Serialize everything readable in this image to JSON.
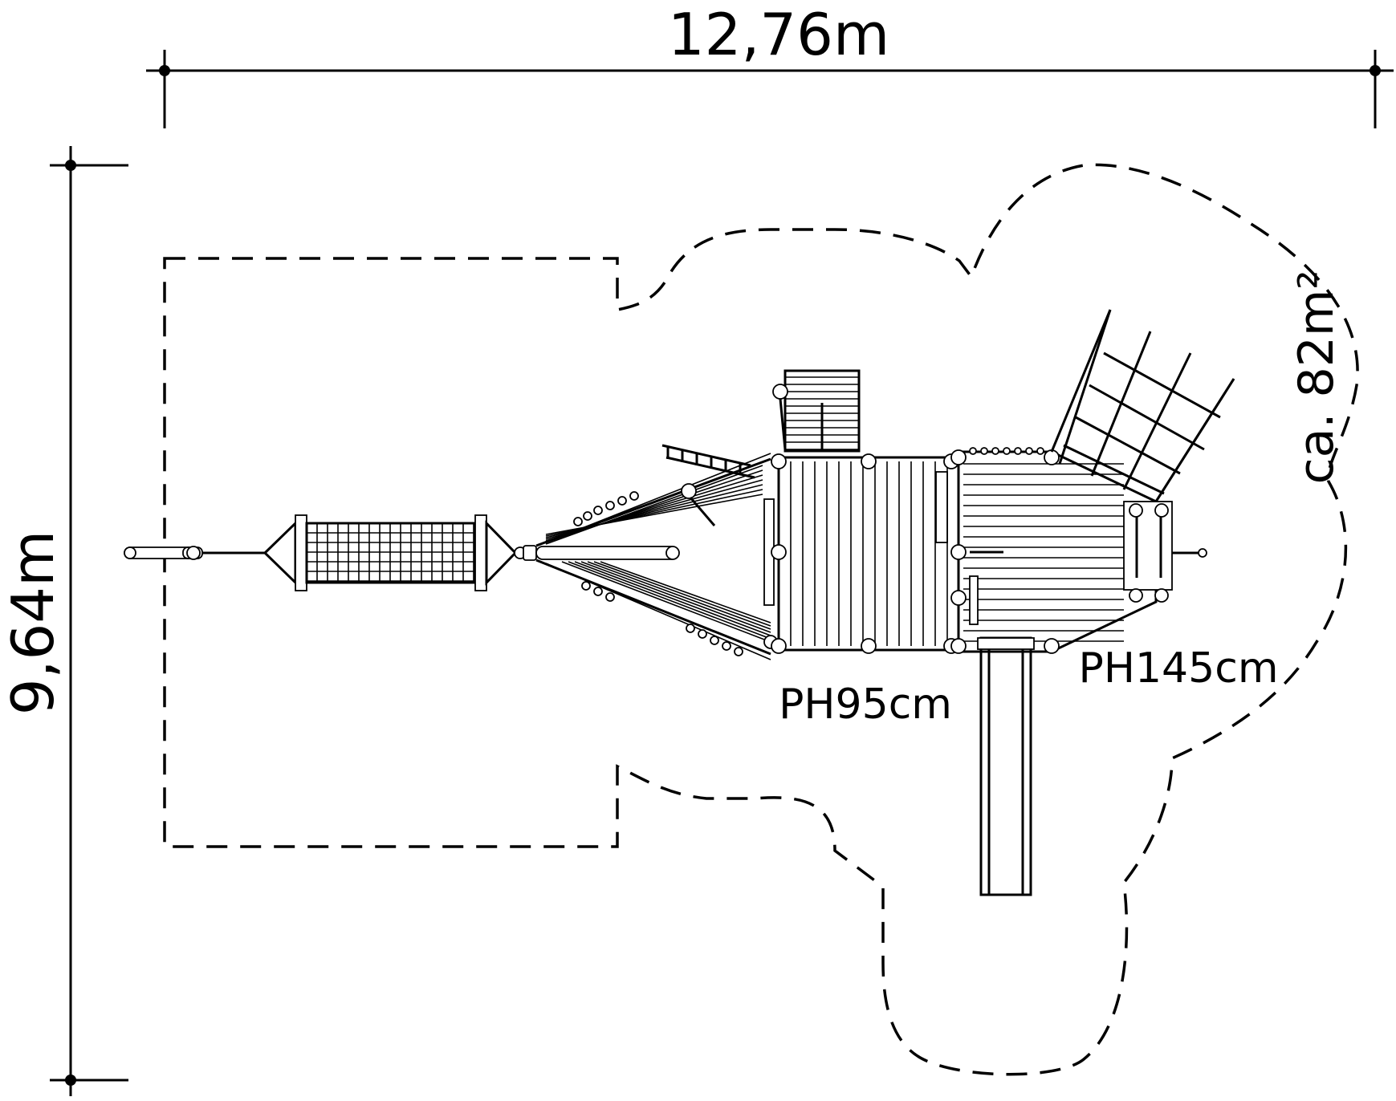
{
  "dimensions": {
    "width_label": "12,76m",
    "height_label": "9,64m"
  },
  "area_label": "ca. 82m²",
  "platforms": {
    "low_label": "PH95cm",
    "high_label": "PH145cm"
  }
}
